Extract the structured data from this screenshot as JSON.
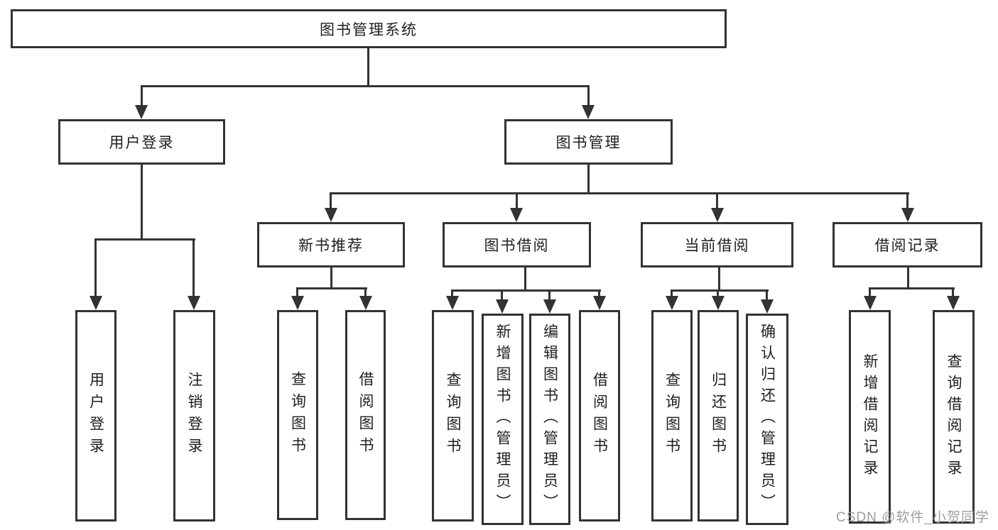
{
  "nodes": {
    "root": "图书管理系统",
    "user_login": "用户登录",
    "book_mgmt": "图书管理",
    "new_book_rec": "新书推荐",
    "book_borrow": "图书借阅",
    "current_borrow": "当前借阅",
    "borrow_records": "借阅记录",
    "leaf_user_login": "用户登录",
    "leaf_logout": "注销登录",
    "nbr_query": "查询图书",
    "nbr_borrow": "借阅图书",
    "bb_query": "查询图书",
    "bb_add": "新增图书（管理员）",
    "bb_edit": "编辑图书（管理员）",
    "bb_borrow": "借阅图书",
    "cb_query": "查询图书",
    "cb_return": "归还图书",
    "cb_confirm": "确认归还（管理员）",
    "br_add": "新增借阅记录",
    "br_query": "查询借阅记录"
  },
  "watermark": "CSDN @软件_小贺同学",
  "colors": {
    "line": "#333333",
    "text": "#1e1e1e",
    "watermark": "#9e9e9e",
    "background": "#ffffff"
  }
}
